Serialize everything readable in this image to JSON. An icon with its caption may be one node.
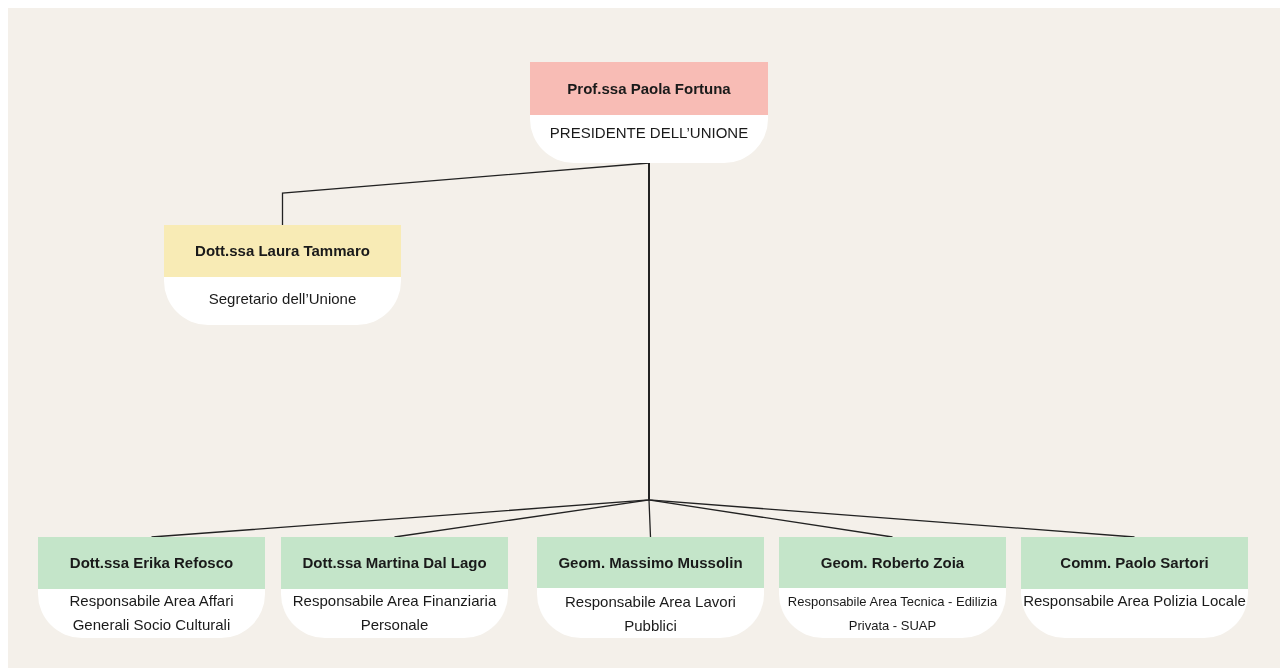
{
  "diagram": {
    "nodes": [
      {
        "text": [
          "Prof.ssa Paola Fortuna",
          "PRESIDENTE DELL’UNIONE"
        ]
      },
      {
        "text": [
          "Dott.ssa Laura Tammaro",
          "Segretario dell’Unione"
        ]
      },
      {
        "text": [
          "Dott.ssa Erika Refosco",
          "Responsabile Area Affari Generali Socio Culturali"
        ]
      },
      {
        "text": [
          "Dott.ssa Martina Dal Lago",
          "Responsabile Area Finanziaria Personale"
        ]
      },
      {
        "text": [
          "Geom. Massimo Mussolin",
          "Responsabile Area Lavori Pubblici"
        ]
      },
      {
        "text": [
          "Geom. Roberto Zoia",
          "Responsabile Area Tecnica - Edilizia Privata - SUAP"
        ]
      },
      {
        "text": [
          "Comm. Paolo Sartori",
          "Responsabile Area Polizia Locale"
        ]
      }
    ],
    "edges": [
      {
        "from": 0,
        "to": 1,
        "arrow": "none"
      },
      {
        "from": 0,
        "to": 2,
        "arrow": "none"
      },
      {
        "from": 0,
        "to": 3,
        "arrow": "none"
      },
      {
        "from": 0,
        "to": 4,
        "arrow": "none"
      },
      {
        "from": 0,
        "to": 5,
        "arrow": "none"
      },
      {
        "from": 0,
        "to": 6,
        "arrow": "none"
      }
    ]
  }
}
